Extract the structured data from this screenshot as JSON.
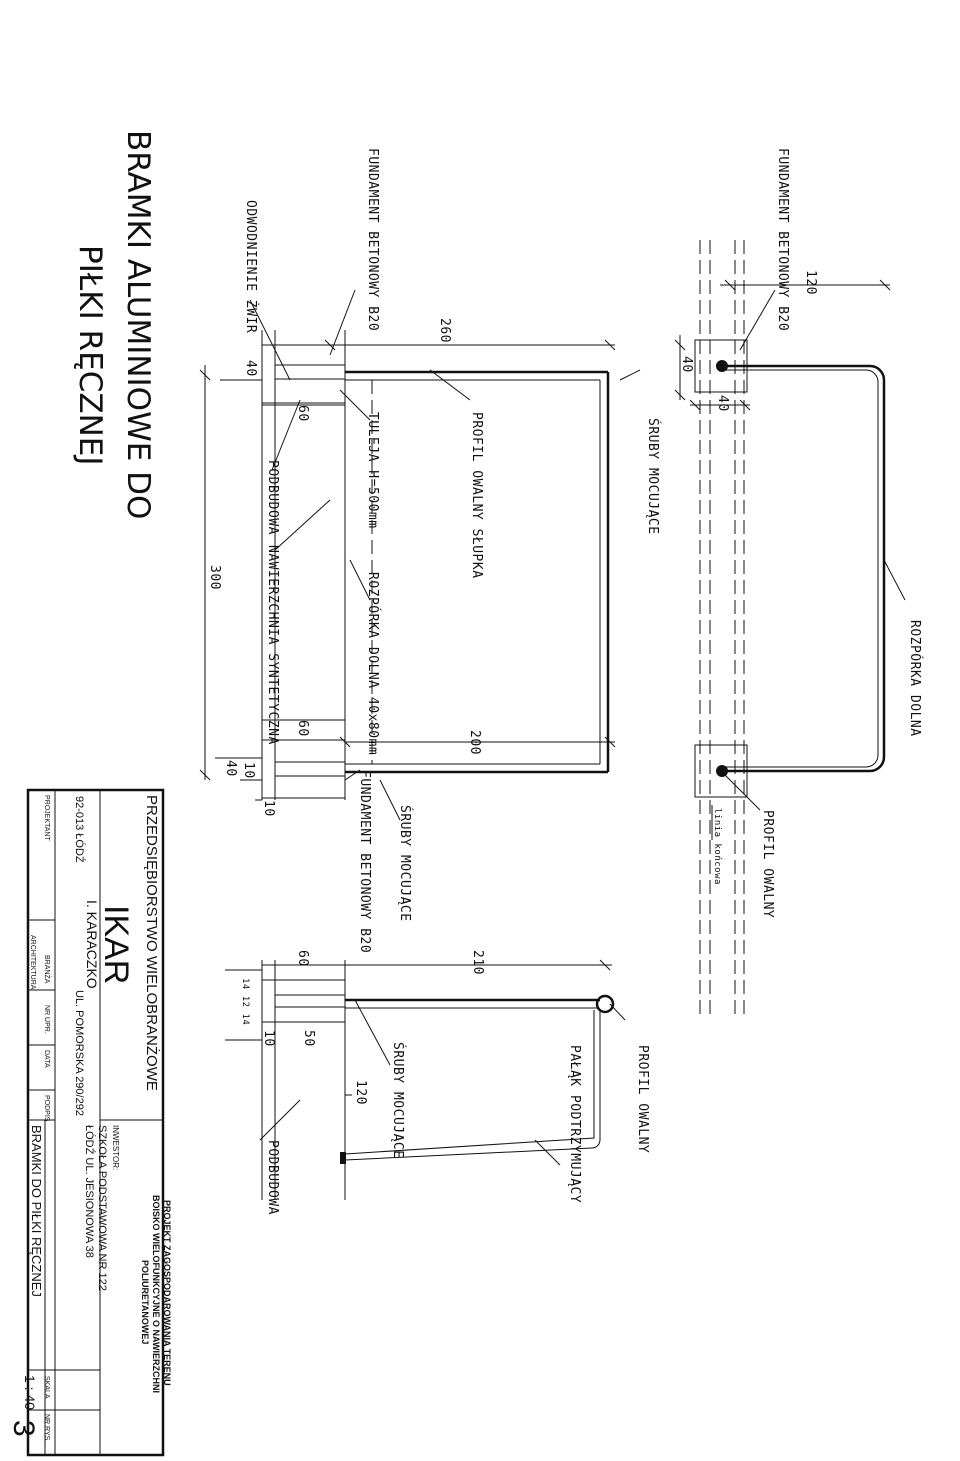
{
  "title": {
    "line1": "BRAMKI ALUMINIOWE DO",
    "line2": "PIŁKI RĘCZNEJ"
  },
  "top_view": {
    "label_fundament": "FUNDAMENT BETONOWY B20",
    "label_rozporka": "ROZPÓRKA DOLNA",
    "label_profil": "PROFIL OWALNY",
    "label_linia": "linia końcowa",
    "dim_120": "120",
    "dim_40a": "40",
    "dim_40b": "40"
  },
  "front_view": {
    "label_odwodnienie": "ODWODNIENIE ŻWIR",
    "label_fundament": "FUNDAMENT BETONOWY B20",
    "label_sruby_top": "ŚRUBY MOCUJĄCE",
    "label_profil_slupka": "PROFIL OWALNY SŁUPKA",
    "label_tuleja": "TULEJA H=500mm",
    "label_rozporka": "ROZPÓRKA DOLNA 40x80mm",
    "label_podbudowa": "PODBUDOWA",
    "label_nawierzchnia": "NAWIERZCHNIA SYNTETYCZNA",
    "label_fundament2": "FUNDAMENT BETONOWY B20",
    "label_sruby_bottom": "ŚRUBY MOCUJĄCE",
    "dim_260": "260",
    "dim_200": "200",
    "dim_300": "300",
    "dim_60a": "60",
    "dim_60b": "60",
    "dim_40": "40",
    "dim_40c": "40",
    "dim_10a": "10",
    "dim_10b": "10"
  },
  "side_view": {
    "label_profil": "PROFIL OWALNY",
    "label_palak": "PAŁĄK PODTRZYMUJĄCY",
    "label_sruby": "ŚRUBY MOCUJĄCE",
    "label_podbudowa": "PODBUDOWA",
    "dim_210": "210",
    "dim_60": "60",
    "dim_50": "50",
    "dim_120": "120",
    "dim_10": "10",
    "dim_chain": "14 12 14"
  },
  "title_block": {
    "company": "PRZEDSIĘBIORSTWO WIELOBRANŻOWE",
    "brand": "IKAR",
    "owner": "I. KARACZKO",
    "address": "UL. POMORSKA 290/292",
    "postcode": "92-013 ŁÓDŹ",
    "project_title_1": "PROJEKT ZAGOSPODAROWANIA TERENU",
    "project_title_2": "BOISKO WIELOFUNKCYJNE O NAWIERZCHNI",
    "project_title_3": "POLIURETANOWEJ",
    "investor_label": "INWESTOR:",
    "investor_1": "SZKOŁA PODSTAWOWA NR 122",
    "investor_2": "ŁÓDŹ UL. JESIONOWA 38",
    "col_projektant": "PROJEKTANT",
    "col_branza": "BRANŻA",
    "col_nr_upr": "NR UPR.",
    "col_data": "DATA",
    "col_podpis": "PODPIS",
    "branza_value": "ARCHITEKTURA",
    "drawing_name": "BRAMKI DO PIŁKI RĘCZNEJ",
    "skala_label": "SKALA",
    "skala_value": "1 : 40",
    "nr_rys_label": "NR RYS.",
    "nr_rys_value": "3"
  }
}
